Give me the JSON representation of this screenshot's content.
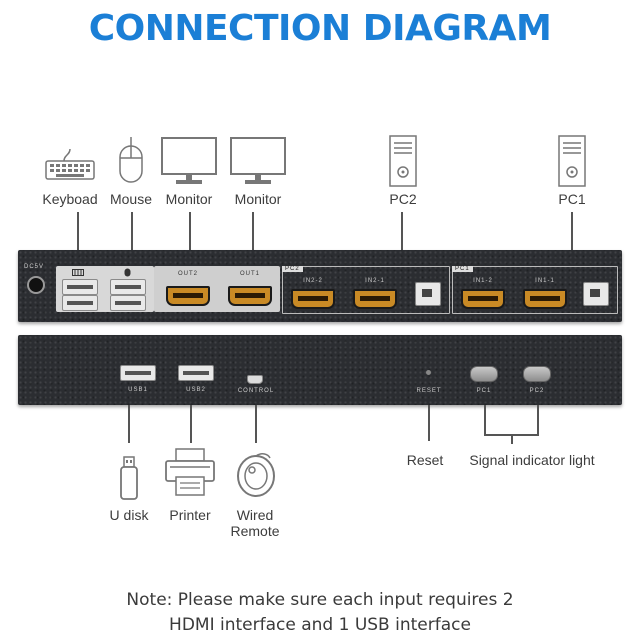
{
  "title": "CONNECTION DIAGRAM",
  "top_devices": {
    "keyboard": "Keyboad",
    "mouse": "Mouse",
    "monitor1": "Monitor",
    "monitor2": "Monitor",
    "pc2": "PC2",
    "pc1": "PC1"
  },
  "front_panel": {
    "power_tag": "DC5V",
    "out2_tag": "OUT2",
    "out1_tag": "OUT1",
    "pc2_tag": "PC2",
    "pc1_tag": "PC1",
    "hdmi_pc2_a": "IN2-2",
    "hdmi_pc2_b": "IN2-1",
    "hdmi_pc1_a": "IN1-2",
    "hdmi_pc1_b": "IN1-1"
  },
  "back_panel": {
    "usb1_tag": "USB1",
    "usb2_tag": "USB2",
    "control_tag": "CONTROL",
    "reset_tag": "RESET",
    "pc1_tag": "PC1",
    "pc2_tag": "PC2"
  },
  "bottom_devices": {
    "udisk": "U disk",
    "printer": "Printer",
    "remote_line1": "Wired",
    "remote_line2": "Remote",
    "reset": "Reset",
    "signal": "Signal indicator light"
  },
  "note": {
    "line1": "Note: Please make sure each input requires 2",
    "line2": "HDMI interface and 1 USB interface"
  },
  "colors": {
    "title": "#1b7fd6",
    "panel": "#2b2d31",
    "hdmi": "#c98a25"
  }
}
